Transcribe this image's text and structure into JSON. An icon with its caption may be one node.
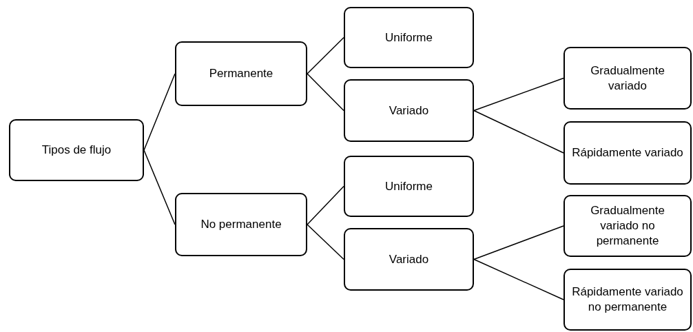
{
  "diagram": {
    "nodes": [
      {
        "text": [
          "Tipos de flujo"
        ]
      },
      {
        "text": [
          "Permanente"
        ]
      },
      {
        "text": [
          "No permanente"
        ]
      },
      {
        "text": [
          "Uniforme"
        ]
      },
      {
        "text": [
          "Variado"
        ]
      },
      {
        "text": [
          "Uniforme"
        ]
      },
      {
        "text": [
          "Variado"
        ]
      },
      {
        "text": [
          "Gradualmente variado"
        ]
      },
      {
        "text": [
          "Rápidamente variado"
        ]
      },
      {
        "text": [
          "Gradualmente variado no permanente"
        ]
      },
      {
        "text": [
          "Rápidamente variado no permanente"
        ]
      }
    ],
    "edges": [
      {
        "from": 0,
        "to": 1,
        "arrow": "none"
      },
      {
        "from": 0,
        "to": 2,
        "arrow": "none"
      },
      {
        "from": 1,
        "to": 3,
        "arrow": "none"
      },
      {
        "from": 1,
        "to": 4,
        "arrow": "none"
      },
      {
        "from": 2,
        "to": 5,
        "arrow": "none"
      },
      {
        "from": 2,
        "to": 6,
        "arrow": "none"
      },
      {
        "from": 4,
        "to": 7,
        "arrow": "none"
      },
      {
        "from": 4,
        "to": 8,
        "arrow": "none"
      },
      {
        "from": 6,
        "to": 9,
        "arrow": "none"
      },
      {
        "from": 6,
        "to": 10,
        "arrow": "none"
      }
    ]
  }
}
